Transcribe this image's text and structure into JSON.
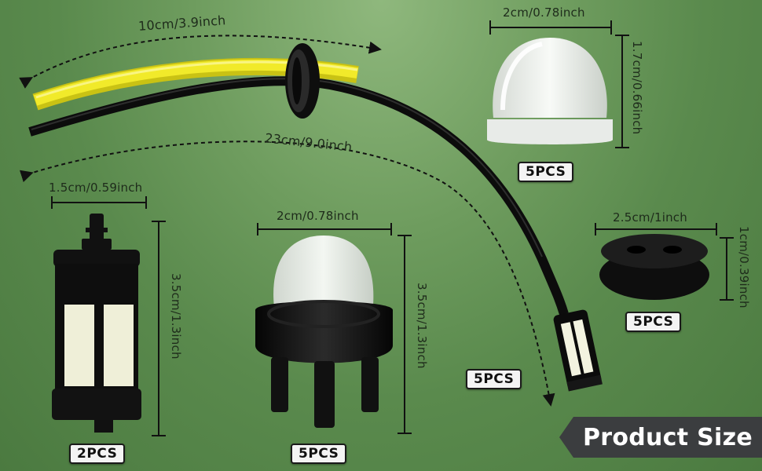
{
  "dimensions": {
    "line_short": "10cm/3.9inch",
    "line_long": "23cm/9.0inch",
    "bulb_width": "2cm/0.78inch",
    "bulb_height": "1.7cm/0.66inch",
    "filter_width": "1.5cm/0.59inch",
    "filter_height": "3.5cm/1.3inch",
    "primer_width": "2cm/0.78inch",
    "primer_height": "3.5cm/1.3inch",
    "grommet_width": "2.5cm/1inch",
    "grommet_height": "1cm/0.39inch"
  },
  "quantities": {
    "bulb": "5PCS",
    "grommet": "5PCS",
    "line": "5PCS",
    "filter": "2PCS",
    "primer": "5PCS"
  },
  "banner": {
    "title": "Product Size"
  },
  "colors": {
    "background": "#6e9c5e",
    "yellow_line": "#e8e21a",
    "black_line": "#111111",
    "banner": "#3b3d3f"
  }
}
